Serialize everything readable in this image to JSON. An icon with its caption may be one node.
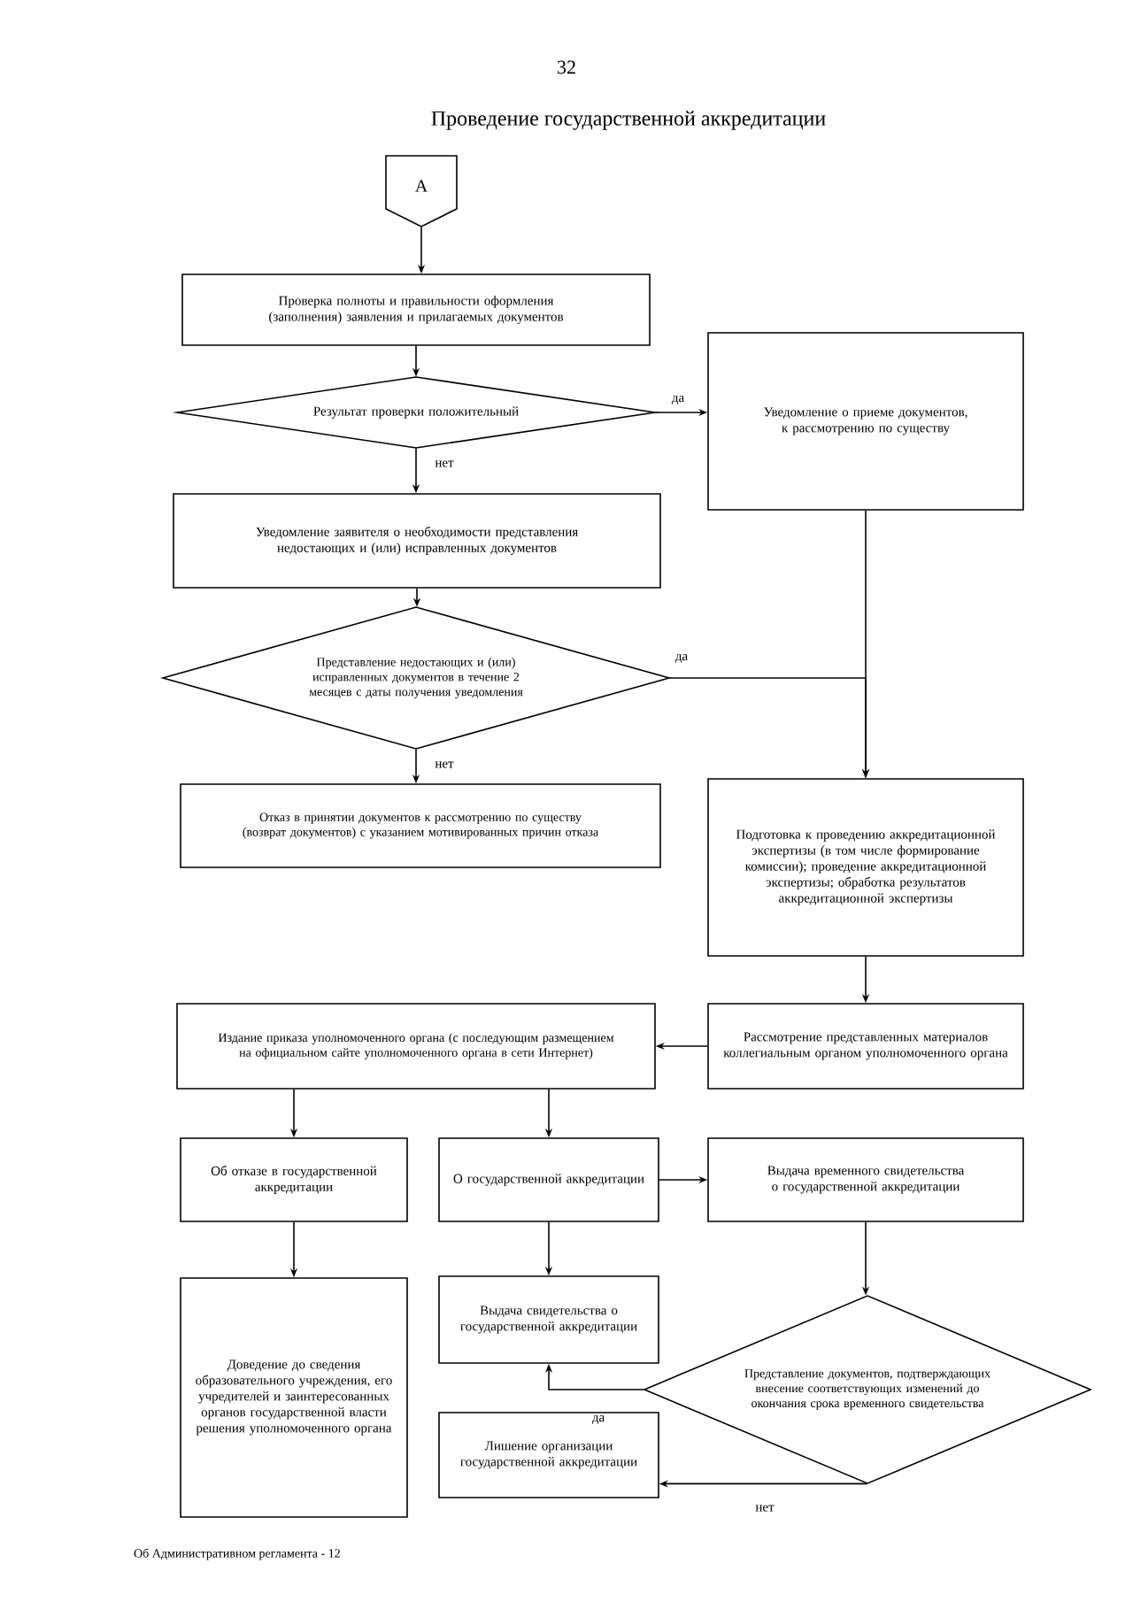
{
  "diagram": {
    "title": "Проведение государственной аккредитации",
    "nodes": [
      {
        "text": [
          "А"
        ]
      },
      {
        "text": [
          "Проверка полноты и правильности оформления (заполнения) заявления и прилагаемых документов"
        ]
      },
      {
        "text": [
          "Результат проверки положительный"
        ]
      },
      {
        "text": [
          "Уведомление о приеме документов, к рассмотрению по существу"
        ]
      },
      {
        "text": [
          "Уведомление заявителя о необходимости представления недостающих и (или) исправленных документов"
        ]
      },
      {
        "text": [
          "Представление недостающих и (или) исправленных документов в течение 2 месяцев с даты получения уведомления"
        ]
      },
      {
        "text": [
          "Отказ в принятии документов к рассмотрению по существу (возврат документов) с указанием мотивированных причин отказа"
        ]
      },
      {
        "text": [
          "Подготовка к проведению аккредитационной экспертизы (в том числе формирование комиссии); проведение аккредитационной экспертизы; обработка результатов аккредитационной экспертизы"
        ]
      },
      {
        "text": [
          "Издание приказа уполномоченного органа (с последующим размещением на официальном сайте уполномоченного органа в сети Интернет)"
        ]
      },
      {
        "text": [
          "Рассмотрение представленных материалов коллегиальным органом уполномоченного органа"
        ]
      },
      {
        "text": [
          "Об отказе в государственной аккредитации"
        ]
      },
      {
        "text": [
          "О государственной аккредитации"
        ]
      },
      {
        "text": [
          "Выдача временного свидетельства о государственной аккредитации"
        ]
      },
      {
        "text": [
          "Доведение до сведения образовательного учреждения, его учредителей и заинтересованных органов государственной власти решения уполномоченного органа"
        ]
      },
      {
        "text": [
          "Выдача свидетельства о государственной аккредитации"
        ]
      },
      {
        "text": [
          "Представление документов, подтверждающих внесение соответствующих изменений до окончания срока временного свидетельства"
        ]
      },
      {
        "text": [
          "Лишение организации государственной аккредитации"
        ]
      }
    ],
    "edges": [
      {
        "from": 0,
        "to": 1,
        "arrow": "to"
      },
      {
        "from": 1,
        "to": 2,
        "arrow": "to"
      },
      {
        "from": 2,
        "to": 3,
        "arrow": "to",
        "label": "да"
      },
      {
        "from": 2,
        "to": 4,
        "arrow": "to",
        "label": "нет"
      },
      {
        "from": 4,
        "to": 5,
        "arrow": "to"
      },
      {
        "from": 5,
        "to": 7,
        "arrow": "to",
        "label": "да"
      },
      {
        "from": 3,
        "to": 7,
        "arrow": "to"
      },
      {
        "from": 5,
        "to": 6,
        "arrow": "to",
        "label": "нет"
      },
      {
        "from": 7,
        "to": 9,
        "arrow": "to"
      },
      {
        "from": 9,
        "to": 8,
        "arrow": "to"
      },
      {
        "from": 8,
        "to": 10,
        "arrow": "to"
      },
      {
        "from": 8,
        "to": 11,
        "arrow": "to"
      },
      {
        "from": 11,
        "to": 12,
        "arrow": "to"
      },
      {
        "from": 10,
        "to": 13,
        "arrow": "to"
      },
      {
        "from": 11,
        "to": 14,
        "arrow": "to"
      },
      {
        "from": 12,
        "to": 15,
        "arrow": "to"
      },
      {
        "from": 15,
        "to": 14,
        "arrow": "to",
        "label": "да"
      },
      {
        "from": 15,
        "to": 16,
        "arrow": "to",
        "label": "нет"
      }
    ],
    "labels": [
      "32",
      "Об Административном регламента - 12"
    ]
  }
}
